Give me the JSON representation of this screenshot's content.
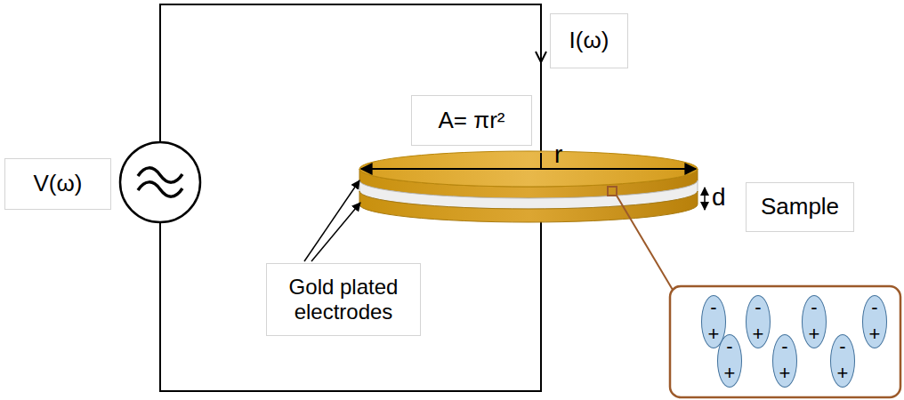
{
  "diagram": {
    "nodes": [
      {
        "text": [
          "I(ω)"
        ]
      },
      {
        "text": [
          "A= πr²"
        ]
      },
      {
        "text": [
          "V(ω)"
        ]
      },
      {
        "text": [
          "Sample"
        ]
      },
      {
        "text": [
          "Gold plated electrodes"
        ]
      },
      {
        "text": [
          "-",
          "+"
        ]
      },
      {
        "text": [
          "-",
          "+"
        ]
      },
      {
        "text": [
          "-",
          "+"
        ]
      },
      {
        "text": [
          "-",
          "+"
        ]
      },
      {
        "text": [
          "-",
          "+"
        ]
      },
      {
        "text": [
          "-",
          "+"
        ]
      },
      {
        "text": [
          "-",
          "+"
        ]
      }
    ],
    "labels": [
      "r",
      "d"
    ]
  }
}
